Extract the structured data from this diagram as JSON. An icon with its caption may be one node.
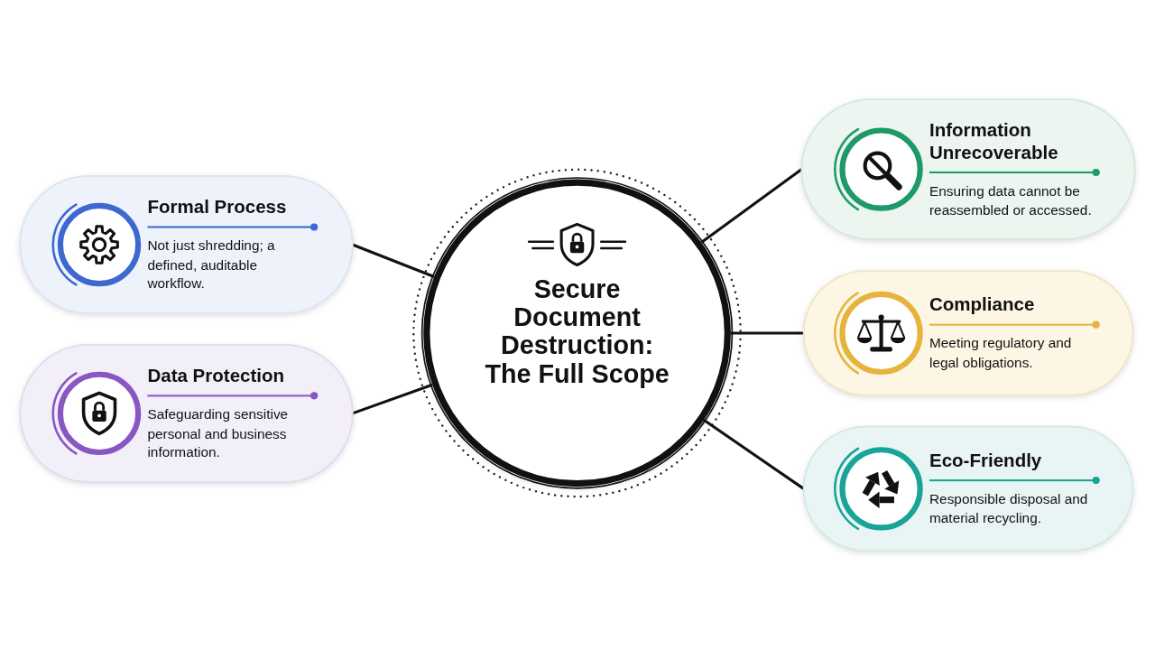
{
  "diagram": {
    "nodes": [
      {
        "text": [
          "Formal Process",
          "Not just shredding; a defined, auditable workflow."
        ]
      },
      {
        "text": [
          "Information Unrecoverable",
          "Ensuring data cannot be reassembled or accessed."
        ]
      },
      {
        "text": [
          "Secure Document Destruction: The Full Scope"
        ]
      },
      {
        "text": [
          "Data Protection",
          "Safeguarding sensitive personal and business information."
        ]
      },
      {
        "text": [
          "Compliance",
          "Meeting regulatory and legal obligations."
        ]
      },
      {
        "text": [
          "Eco-Friendly",
          "Responsible disposal and material recycling."
        ]
      }
    ],
    "edges": [
      {
        "from": 0,
        "to": 2,
        "arrow": "none"
      },
      {
        "from": 2,
        "to": 1,
        "arrow": "none"
      },
      {
        "from": 3,
        "to": 2,
        "arrow": "none"
      },
      {
        "from": 2,
        "to": 4,
        "arrow": "none"
      },
      {
        "from": 2,
        "to": 5,
        "arrow": "none"
      }
    ]
  }
}
